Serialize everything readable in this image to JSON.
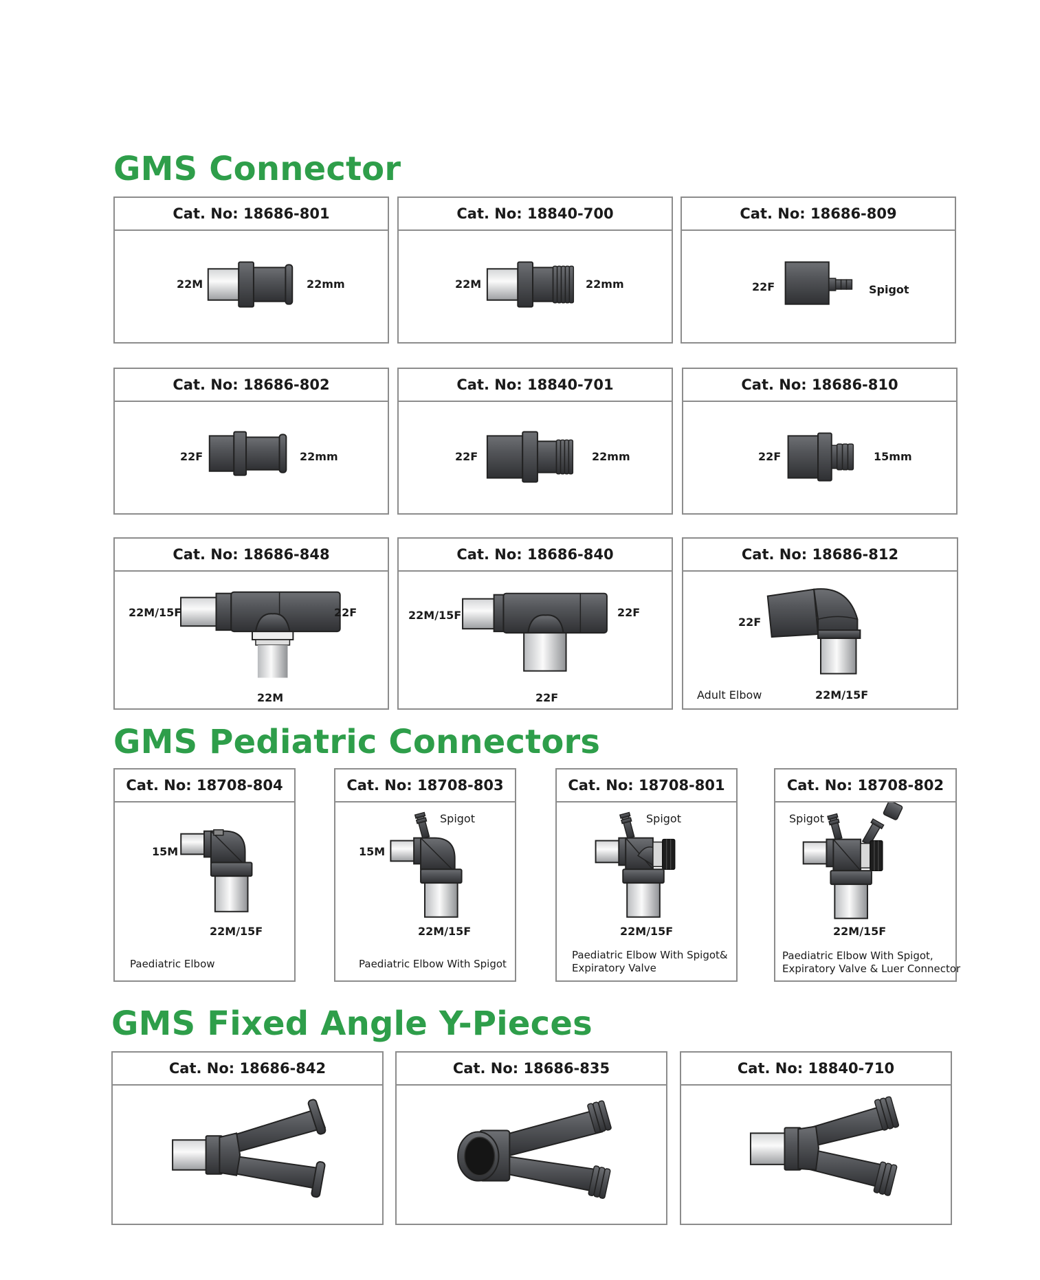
{
  "sections": {
    "connector": "GMS Connector",
    "pediatric": "GMS Pediatric Connectors",
    "ypieces": "GMS Fixed Angle Y-Pieces"
  },
  "connector_cards": [
    {
      "cat": "Cat. No: 18686-801",
      "left": "22M",
      "right": "22mm"
    },
    {
      "cat": "Cat. No: 18840-700",
      "left": "22M",
      "right": "22mm"
    },
    {
      "cat": "Cat. No: 18686-809",
      "left": "22F",
      "right": "Spigot"
    },
    {
      "cat": "Cat. No: 18686-802",
      "left": "22F",
      "right": "22mm"
    },
    {
      "cat": "Cat. No: 18840-701",
      "left": "22F",
      "right": "22mm"
    },
    {
      "cat": "Cat. No: 18686-810",
      "left": "22F",
      "right": "15mm"
    },
    {
      "cat": "Cat. No: 18686-848",
      "left": "22M/15F",
      "right": "22F",
      "bottom": "22M"
    },
    {
      "cat": "Cat. No: 18686-840",
      "left": "22M/15F",
      "right": "22F",
      "bottom": "22F"
    },
    {
      "cat": "Cat. No: 18686-812",
      "left": "22F",
      "bottom": "22M/15F",
      "caption": "Adult Elbow"
    }
  ],
  "pediatric_cards": [
    {
      "cat": "Cat. No: 18708-804",
      "left": "15M",
      "bottom": "22M/15F",
      "caption": "Paediatric Elbow"
    },
    {
      "cat": "Cat. No: 18708-803",
      "left": "15M",
      "top": "Spigot",
      "bottom": "22M/15F",
      "caption": "Paediatric Elbow With Spigot"
    },
    {
      "cat": "Cat. No: 18708-801",
      "top": "Spigot",
      "bottom": "22M/15F",
      "caption1": "Paediatric Elbow With Spigot&",
      "caption2": "Expiratory Valve"
    },
    {
      "cat": "Cat. No: 18708-802",
      "top": "Spigot",
      "bottom": "22M/15F",
      "caption1": "Paediatric Elbow With Spigot,",
      "caption2": "Expiratory Valve & Luer Connector"
    }
  ],
  "ypiece_cards": [
    {
      "cat": "Cat. No: 18686-842"
    },
    {
      "cat": "Cat. No: 18686-835"
    },
    {
      "cat": "Cat. No: 18840-710"
    }
  ]
}
